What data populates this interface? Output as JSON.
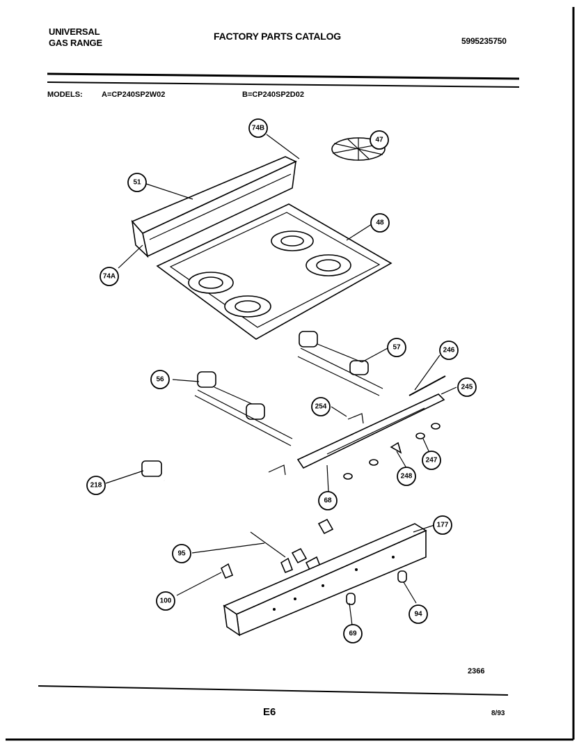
{
  "header": {
    "brand_line1": "UNIVERSAL",
    "brand_line2": "GAS RANGE",
    "title": "FACTORY PARTS CATALOG",
    "part_number": "5995235750"
  },
  "models": {
    "label": "MODELS:",
    "model_a": "A=CP240SP2W02",
    "model_b": "B=CP240SP2D02"
  },
  "callouts": [
    {
      "id": "74B"
    },
    {
      "id": "47"
    },
    {
      "id": "51"
    },
    {
      "id": "48"
    },
    {
      "id": "74A"
    },
    {
      "id": "57"
    },
    {
      "id": "246"
    },
    {
      "id": "56"
    },
    {
      "id": "245"
    },
    {
      "id": "254"
    },
    {
      "id": "247"
    },
    {
      "id": "218"
    },
    {
      "id": "248"
    },
    {
      "id": "68"
    },
    {
      "id": "177"
    },
    {
      "id": "95"
    },
    {
      "id": "100"
    },
    {
      "id": "94"
    },
    {
      "id": "69"
    }
  ],
  "footer": {
    "drawing_number": "2366",
    "page_code": "E6",
    "date": "8/93"
  }
}
